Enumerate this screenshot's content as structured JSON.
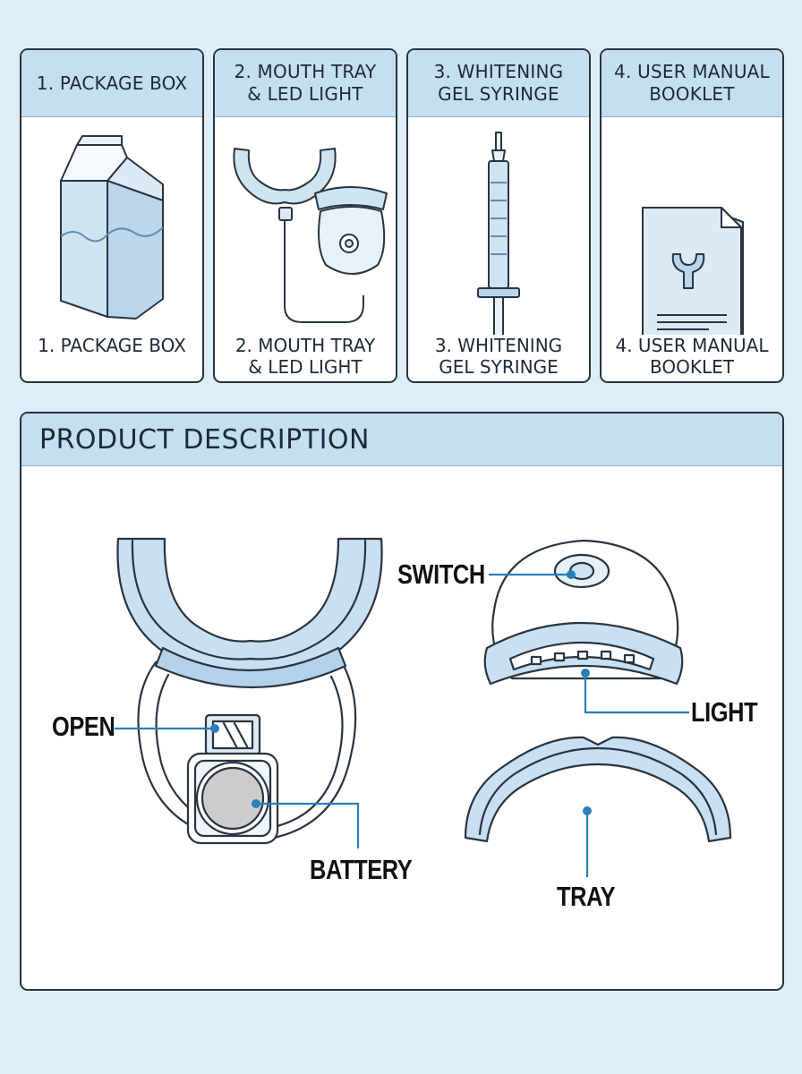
{
  "colors": {
    "background": "#ddeef8",
    "header": "#c4dff0",
    "item_fill": "#cfe4f3",
    "outline": "#2a3440",
    "accent": "#2a7fb8"
  },
  "contents": [
    {
      "header": "1. PACKAGE BOX",
      "caption": "1. PACKAGE BOX",
      "icon": "package-box-icon"
    },
    {
      "header": "2. MOUTH TRAY\n& LED LIGHT",
      "caption": "2. MOUTH TRAY\n& LED LIGHT",
      "icon": "mouth-tray-led-icon"
    },
    {
      "header": "3. WHITENING\nGEL SYRINGE",
      "caption": "3. WHITENING\nGEL SYRINGE",
      "icon": "syringe-icon"
    },
    {
      "header": "4. USER MANUAL\nBOOKLET",
      "caption": "4. USER MANUAL\nBOOKLET",
      "icon": "manual-booklet-icon"
    }
  ],
  "description": {
    "title": "PRODUCT DESCRIPTION",
    "labels": {
      "open": "OPEN",
      "battery": "BATTERY",
      "switch": "SWITCH",
      "light": "LIGHT",
      "tray": "TRAY"
    }
  }
}
